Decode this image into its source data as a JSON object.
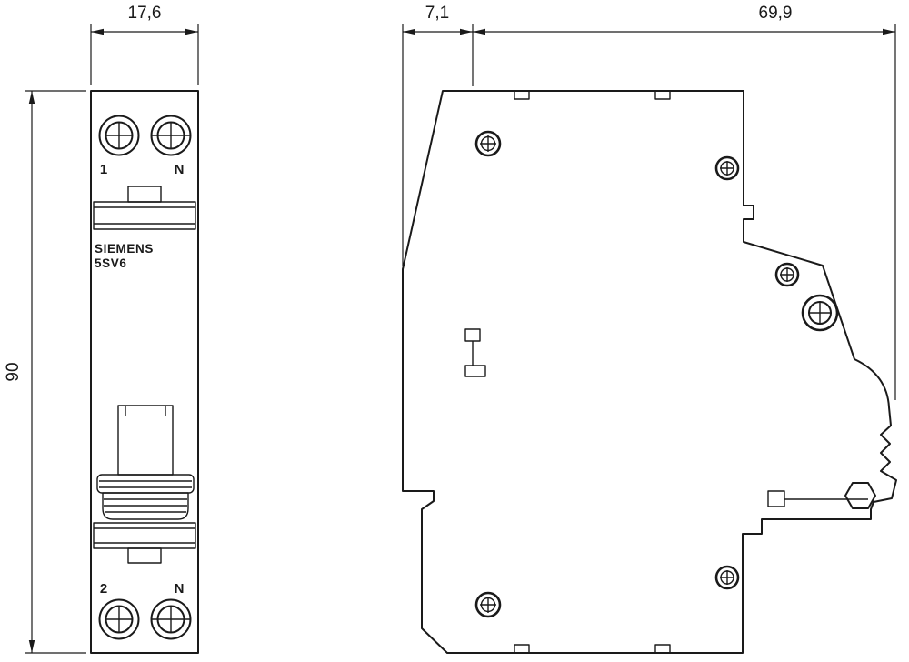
{
  "colors": {
    "line": "#1a1a1a",
    "background": "#ffffff"
  },
  "dimensions": {
    "front_width": "17,6",
    "front_height": "90",
    "side_front_depth": "7,1",
    "side_body_depth": "69,9"
  },
  "front_view": {
    "brand": "SIEMENS",
    "model": "5SV6",
    "terminals": {
      "top_left": "1",
      "top_right": "N",
      "bottom_left": "2",
      "bottom_right": "N"
    }
  }
}
